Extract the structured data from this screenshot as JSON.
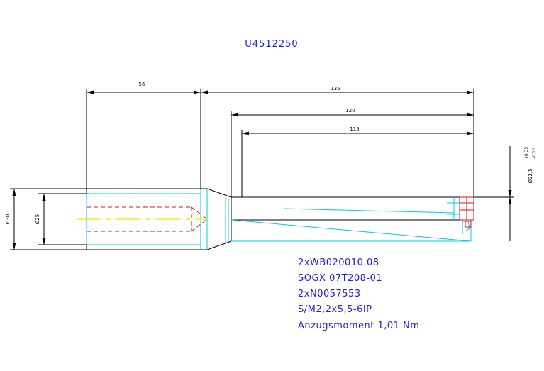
{
  "drawing": {
    "part_number": "U4512250",
    "dimensions": {
      "len_56": "56",
      "len_135": "135",
      "len_120": "120",
      "len_115": "115",
      "dia_30": "Ø30",
      "dia_25": "Ø25",
      "dia_22_5": "Ø22,5",
      "tol_upper": "+0,35",
      "tol_lower": "-0,10"
    },
    "notes": [
      "2xWB020010.08",
      "SOGX 07T208-01",
      "2xN0057553",
      "S/M2,2x5,5-6IP",
      "Anzugsmoment 1,01 Nm"
    ]
  },
  "colors": {
    "text": "#2020d8",
    "outline": "#000000",
    "hidden": "#00c8e8",
    "insert": "#e01010",
    "axis": "#e8e800"
  }
}
